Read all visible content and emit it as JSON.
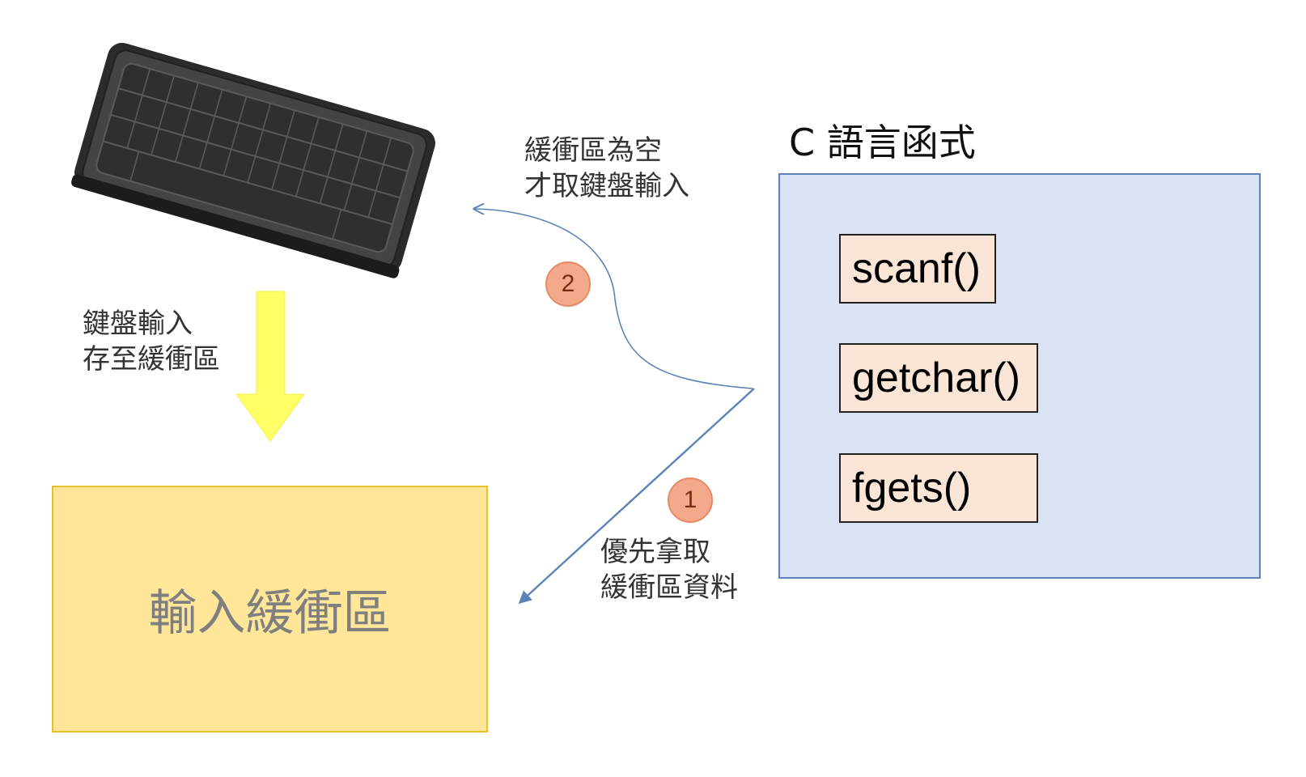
{
  "keyboard": {
    "icon": "keyboard-icon"
  },
  "labels": {
    "store_to_buffer": [
      "鍵盤輸入",
      "存至緩衝區"
    ],
    "buffer_empty": [
      "緩衝區為空",
      "才取鍵盤輸入"
    ],
    "take_from_buffer_first": [
      "優先拿取",
      "緩衝區資料"
    ]
  },
  "input_buffer": {
    "label": "輸入緩衝區"
  },
  "c_functions": {
    "title": "C 語言函式",
    "items": [
      "scanf()",
      "getchar()",
      "fgets()"
    ]
  },
  "steps": [
    "1",
    "2"
  ],
  "colors": {
    "down_arrow": "#ffff66",
    "buffer_fill": "#ffe699",
    "panel_fill": "#dae3f3",
    "func_fill": "#fbe5d6",
    "badge_fill": "#f4a98a",
    "connector": "#5b83b8"
  }
}
